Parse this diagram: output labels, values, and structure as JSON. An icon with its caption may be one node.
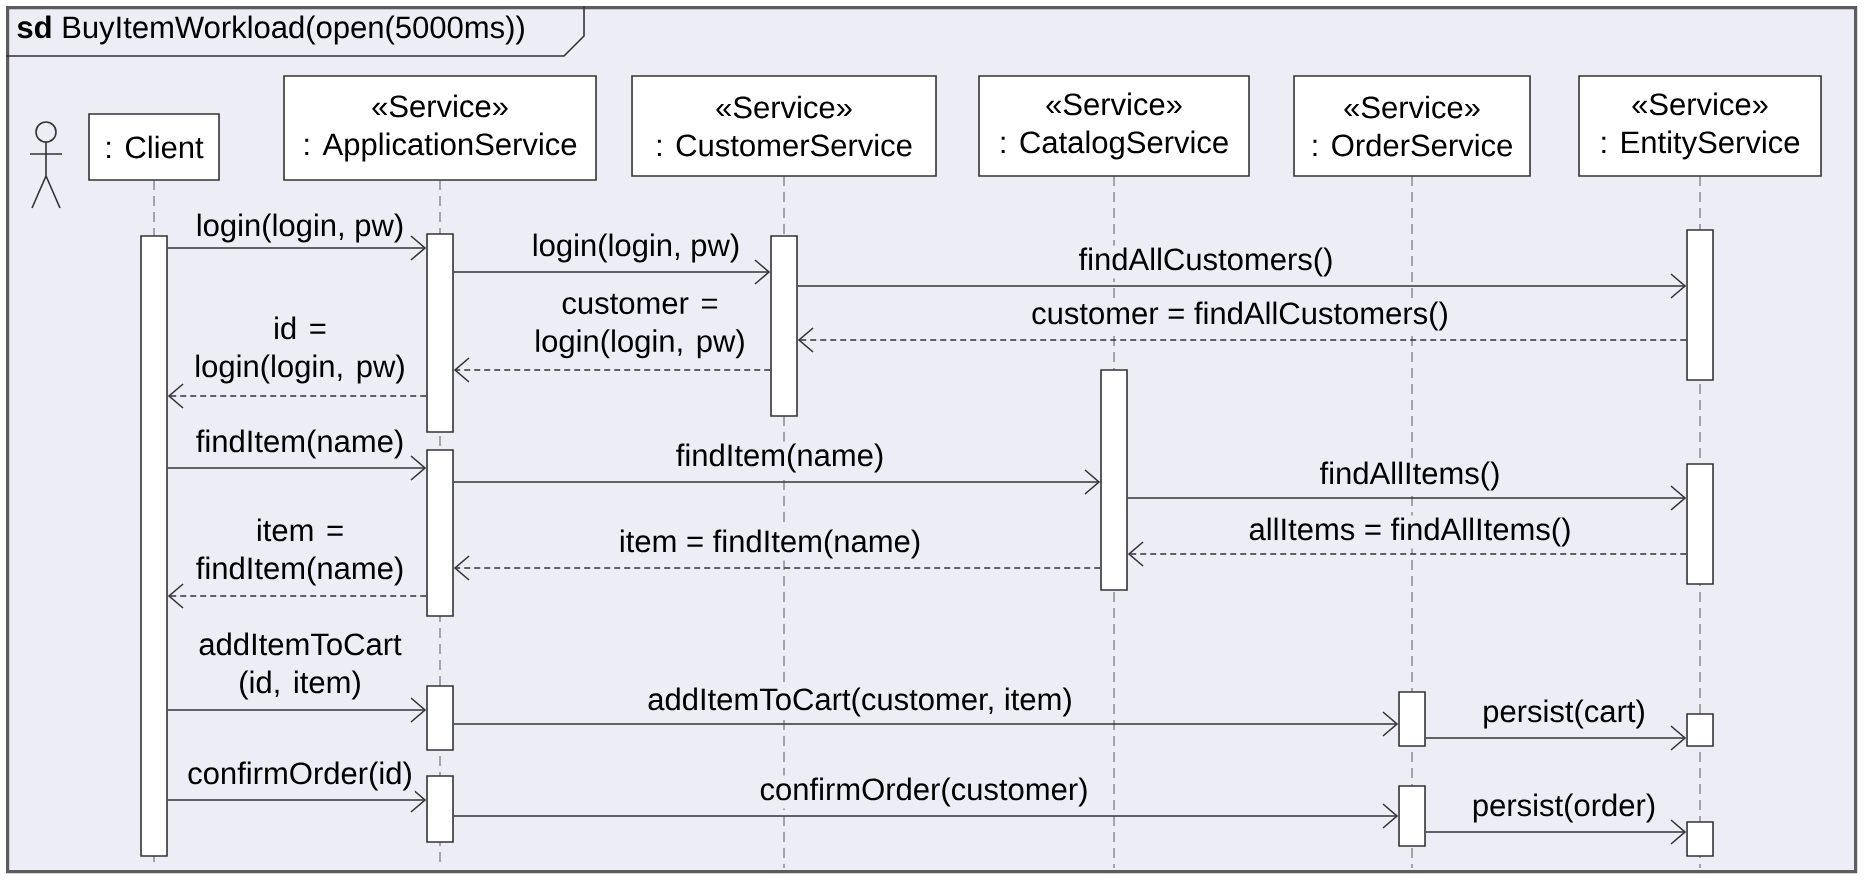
{
  "diagram": {
    "nodes": [
      {
        "text": [
          "**sd** BuyItemWorkload(open(5000ms))"
        ]
      },
      {
        "text": [],
        "shape": "person",
        "in": 0
      },
      {
        "text": [
          ": Client"
        ],
        "in": 0
      },
      {
        "text": [
          "«Service»",
          ": ApplicationService"
        ],
        "in": 0
      },
      {
        "text": [
          "«Service»",
          ": CustomerService"
        ],
        "in": 0
      },
      {
        "text": [
          "«Service»",
          ": CatalogService"
        ],
        "in": 0
      },
      {
        "text": [
          "«Service»",
          ": OrderService"
        ],
        "in": 0
      },
      {
        "text": [
          "«Service»",
          ": EntityService"
        ],
        "in": 0
      },
      {
        "text": [],
        "shape": "bar",
        "in": 0
      },
      {
        "text": [],
        "shape": "bar",
        "in": 0
      },
      {
        "text": [],
        "shape": "bar",
        "in": 0
      },
      {
        "text": [],
        "shape": "bar",
        "in": 0
      },
      {
        "text": [],
        "shape": "bar",
        "in": 0
      },
      {
        "text": [],
        "shape": "bar",
        "in": 0
      },
      {
        "text": [],
        "shape": "bar",
        "in": 0
      },
      {
        "text": [],
        "shape": "bar",
        "in": 0
      },
      {
        "text": [],
        "shape": "bar",
        "in": 0
      },
      {
        "text": [],
        "shape": "bar",
        "in": 0
      },
      {
        "text": [],
        "shape": "bar",
        "in": 0
      },
      {
        "text": [],
        "shape": "bar",
        "in": 0
      },
      {
        "text": [],
        "shape": "bar",
        "in": 0
      }
    ],
    "edges": [
      {
        "from": 8,
        "to": 9,
        "arrow": "to",
        "label": "login(login, pw)"
      },
      {
        "from": 9,
        "to": 10,
        "arrow": "to",
        "label": "login(login, pw)"
      },
      {
        "from": 10,
        "to": 11,
        "arrow": "to",
        "label": "findAllCustomers()"
      },
      {
        "from": 11,
        "to": 10,
        "arrow": "to",
        "label": "customer = findAllCustomers()",
        "style": "dashed"
      },
      {
        "from": 10,
        "to": 9,
        "arrow": "to",
        "label": "customer = login(login, pw)",
        "style": "dashed"
      },
      {
        "from": 9,
        "to": 8,
        "arrow": "to",
        "label": "id = login(login, pw)",
        "style": "dashed"
      },
      {
        "from": 8,
        "to": 12,
        "arrow": "to",
        "label": "findItem(name)"
      },
      {
        "from": 12,
        "to": 13,
        "arrow": "to",
        "label": "findItem(name)"
      },
      {
        "from": 13,
        "to": 14,
        "arrow": "to",
        "label": "findAllItems()"
      },
      {
        "from": 14,
        "to": 13,
        "arrow": "to",
        "label": "allItems = findAllItems()",
        "style": "dashed"
      },
      {
        "from": 13,
        "to": 12,
        "arrow": "to",
        "label": "item = findItem(name)",
        "style": "dashed"
      },
      {
        "from": 12,
        "to": 8,
        "arrow": "to",
        "label": "item = findItem(name)",
        "style": "dashed"
      },
      {
        "from": 8,
        "to": 15,
        "arrow": "to",
        "label": "addItemToCart (id, item)"
      },
      {
        "from": 15,
        "to": 16,
        "arrow": "to",
        "label": "addItemToCart(customer, item)"
      },
      {
        "from": 16,
        "to": 17,
        "arrow": "to",
        "label": "persist(cart)"
      },
      {
        "from": 8,
        "to": 18,
        "arrow": "to",
        "label": "confirmOrder(id)"
      },
      {
        "from": 18,
        "to": 19,
        "arrow": "to",
        "label": "confirmOrder(customer)"
      },
      {
        "from": 19,
        "to": 20,
        "arrow": "to",
        "label": "persist(order)"
      }
    ]
  }
}
